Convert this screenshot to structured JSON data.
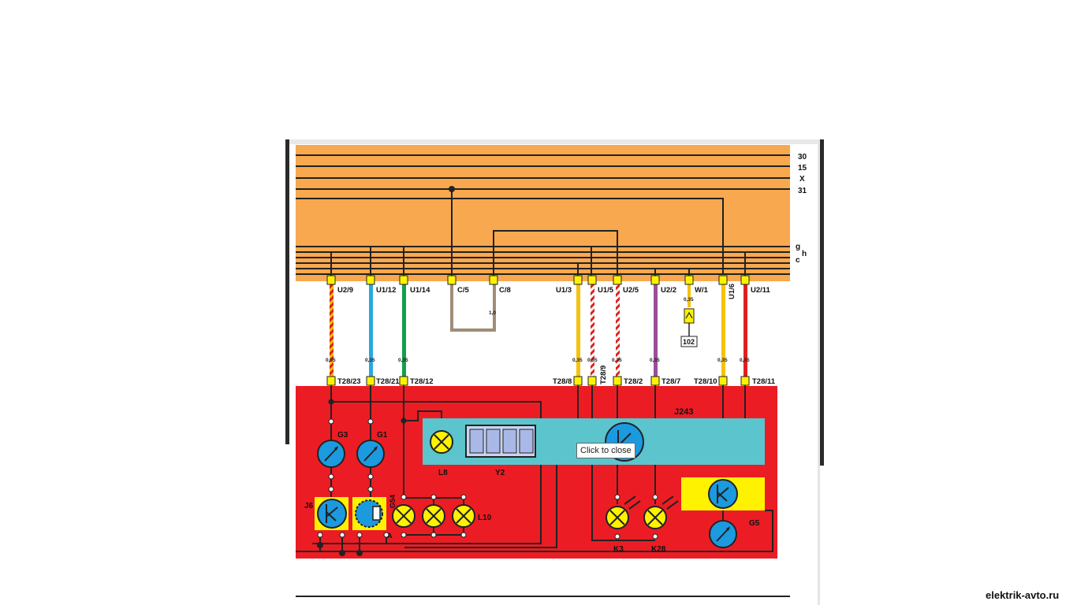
{
  "diagram": {
    "bus_labels": [
      "30",
      "15",
      "X",
      "31",
      "g",
      "h",
      "c"
    ],
    "connector_labels": {
      "u2_9": "U2/9",
      "u1_12": "U1/12",
      "u1_14": "U1/14",
      "c5": "C/5",
      "c8": "C/8",
      "u1_3": "U1/3",
      "u1_5": "U1/5",
      "u2_5": "U2/5",
      "u2_2": "U2/2",
      "w1": "W/1",
      "u1_6": "U1/6",
      "u2_11": "U2/11"
    },
    "plug_labels": {
      "t28_23": "T28/23",
      "t28_21": "T28/21",
      "t28_12": "T28/12",
      "t28_8": "T28/8",
      "t28_9": "T28/9",
      "t28_2": "T28/2",
      "t28_7": "T28/7",
      "t28_10": "T28/10",
      "t28_11": "T28/11"
    },
    "wire_gauges": {
      "standard": "0,35",
      "brown_loop": "1,0"
    },
    "fuse_number": "102",
    "components": {
      "j243": "J243",
      "g3": "G3",
      "g1": "G1",
      "l8": "L8",
      "y2": "Y2",
      "j6": "J6",
      "g54": "G54",
      "a": "A",
      "l10": "L10",
      "k3": "K3",
      "k28": "K28",
      "g5": "G5"
    },
    "colors": {
      "bus_band": "#f8a84e",
      "cluster_block": "#ec1c24",
      "display_panel": "#5bc4cc",
      "gauge_blue": "#1b9ae0",
      "lamp_yellow": "#fff200",
      "wire_yellow": "#f4c20d",
      "wire_blue": "#29a8e0",
      "wire_green": "#12a04a",
      "wire_brown": "#a08c78",
      "wire_purple": "#9b4f9b",
      "wire_red": "#e02020"
    }
  },
  "tooltip": {
    "close_label": "Click to close"
  },
  "watermark": "elektrik-avto.ru"
}
